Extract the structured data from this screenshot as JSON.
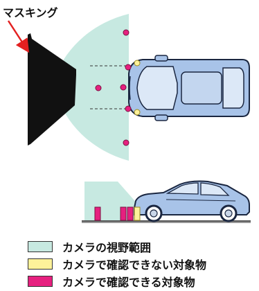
{
  "masking_label": "マスキング",
  "colors": {
    "view_range": "#c7e9e1",
    "undetectable": "#fdf29a",
    "detectable": "#e6207f",
    "wall": "#111111",
    "car_body": "#a8c3e8",
    "car_outline": "#1a2640",
    "arrow": "#e32020"
  },
  "legend": [
    {
      "label": "カメラの視野範囲",
      "color_key": "view_range"
    },
    {
      "label": "カメラで確認できない対象物",
      "color_key": "undetectable"
    },
    {
      "label": "カメラで確認できる対象物",
      "color_key": "detectable"
    }
  ]
}
